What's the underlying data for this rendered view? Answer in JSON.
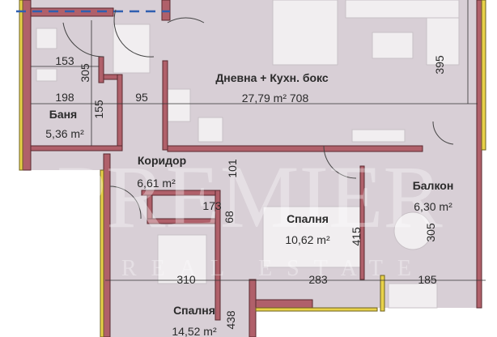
{
  "rooms": {
    "bath": {
      "name": "Баня",
      "area": "5,36 m²"
    },
    "living": {
      "name": "Дневна + Кухн. бокс",
      "area": "27,79 m² 708"
    },
    "corridor": {
      "name": "Коридор",
      "area": "6,61 m²"
    },
    "bedroom1": {
      "name": "Спалня",
      "area": "10,62 m²"
    },
    "balcony": {
      "name": "Балкон",
      "area": "6,30 m²"
    },
    "bedroom2": {
      "name": "Спалня",
      "area": "14,52 m²"
    }
  },
  "dimensions": {
    "d153": "153",
    "d305a": "305",
    "d198": "198",
    "d155": "155",
    "d95": "95",
    "d395": "395",
    "d101": "101",
    "d173": "173",
    "d68": "68",
    "d415": "415",
    "d305b": "305",
    "d310": "310",
    "d283": "283",
    "d185": "185",
    "d438": "438"
  },
  "watermark": {
    "brand": "PREMIER",
    "tagline": "REAL ESTATE"
  },
  "colors": {
    "floor": "#d8cfd6",
    "wall": "#b0606a",
    "insulation": "#e8d24a",
    "dim_line": "#333333"
  }
}
